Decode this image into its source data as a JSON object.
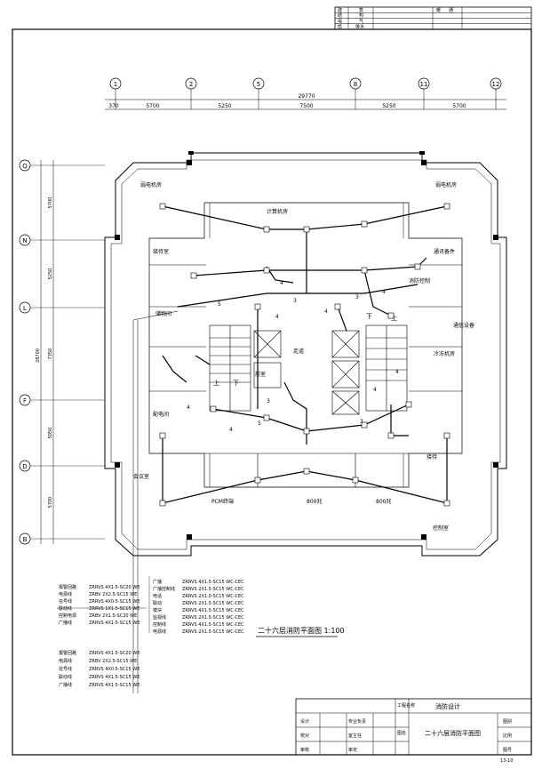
{
  "title_block": {
    "top_rows": [
      {
        "left": "建",
        "left2": "筑",
        "right": "暖",
        "right2": "通"
      },
      {
        "left": "结",
        "left2": "构",
        "right": "",
        "right2": ""
      },
      {
        "left": "电",
        "left2": "气",
        "right": "",
        "right2": ""
      },
      {
        "left": "给",
        "left2": "排水",
        "right": "",
        "right2": ""
      }
    ],
    "project": "消防设计",
    "drawing_name": "二十六层消防平面图",
    "sheet_no": "13-10",
    "roles": [
      "设计",
      "校对",
      "审核"
    ],
    "roles2": [
      "专业负责",
      "室主任",
      "审定"
    ],
    "fields": [
      "图别",
      "比例",
      "图号"
    ],
    "corner_labels": [
      "工程名称",
      "图名"
    ]
  },
  "plan_title": "二十六层消防平面图  1:100",
  "axes": {
    "top": [
      "1",
      "2",
      "5",
      "8",
      "11",
      "12"
    ],
    "left": [
      "Q",
      "N",
      "L",
      "F",
      "D",
      "B"
    ],
    "total_width": "29770",
    "spans": [
      "5700",
      "5250",
      "7500",
      "5250",
      "5700"
    ],
    "left_total": "28700",
    "left_spans": [
      "5700",
      "5250",
      "7350",
      "5050",
      "5700"
    ],
    "first_dim": "370"
  },
  "rooms": {
    "machine_left": "弱电机房",
    "machine_right": "弱电机房",
    "computer": "计算机房",
    "reception": "接待室",
    "comm": "通讯备件",
    "storage": "储物间",
    "lobby": "前室",
    "corridor": "走道",
    "power": "配电间",
    "up": "上",
    "down": "下",
    "up2": "上",
    "down2": "下",
    "cold": "冷冻机房",
    "com2": "通信设备",
    "hall": "接待",
    "pcm": "PCM终端",
    "r800a": "800兆",
    "r800b": "800兆",
    "meeting": "会议室",
    "control": "控制室",
    "fire": "消防控制"
  },
  "legend_a": [
    {
      "name": "报警回路",
      "spec": "ZRRVS 4X1.5-SC20 WE"
    },
    {
      "name": "电源线",
      "spec": "ZRBV   2X2.5-SC15 WE"
    },
    {
      "name": "信号线",
      "spec": "ZRRVS 4X0.5-SC15 WE"
    },
    {
      "name": "联动线",
      "spec": "ZRRVS 1X1.5-SC15 WE"
    },
    {
      "name": "控制电源",
      "spec": "ZRBV  2X1.5-SC20 WE"
    },
    {
      "name": "广播线",
      "spec": "ZRRVS 4X1.5-SC15 WE"
    }
  ],
  "legend_b": [
    {
      "name": "广播",
      "spec": "ZRRVS 4X1.5-SC15 WC-CEC"
    },
    {
      "name": "广播控制线",
      "spec": "ZRRVS 2X1.5-SC15 WC-CEC"
    },
    {
      "name": "电话",
      "spec": "ZRRVS 2X1.0-SC15 WC-CEC"
    },
    {
      "name": "联动",
      "spec": "ZRRVS 2X1.5-SC15 WC-CEC"
    },
    {
      "name": "模块",
      "spec": "ZRRVS 4X1.5-SC15 WC-CEC"
    },
    {
      "name": "监视线",
      "spec": "ZRRVS 2X1.5-SC15 WC-CEC"
    },
    {
      "name": "控制线",
      "spec": "ZRRVS 4X1.5-SC15 WC-CEC"
    },
    {
      "name": "电源线",
      "spec": "ZRRVS 2X1.5-SC15 WC-CEC"
    }
  ],
  "legend_c": [
    {
      "name": "报警回路",
      "spec": "ZRRVS 4X1.5-SC20 WE"
    },
    {
      "name": "电源线",
      "spec": "ZRBV   2X2.5-SC15 WE"
    },
    {
      "name": "信号线",
      "spec": "ZRRVS 4X0.5-SC15 WE"
    },
    {
      "name": "联动线",
      "spec": "ZRRVS 4X1.5-SC15 WE"
    },
    {
      "name": "广播线",
      "spec": "ZRRVS 4X1.5-SC15 WE"
    }
  ],
  "wire_labels": [
    "4",
    "3",
    "4",
    "4",
    "3",
    "4",
    "5",
    "4",
    "4",
    "3",
    "3",
    "4",
    "5",
    "4"
  ]
}
